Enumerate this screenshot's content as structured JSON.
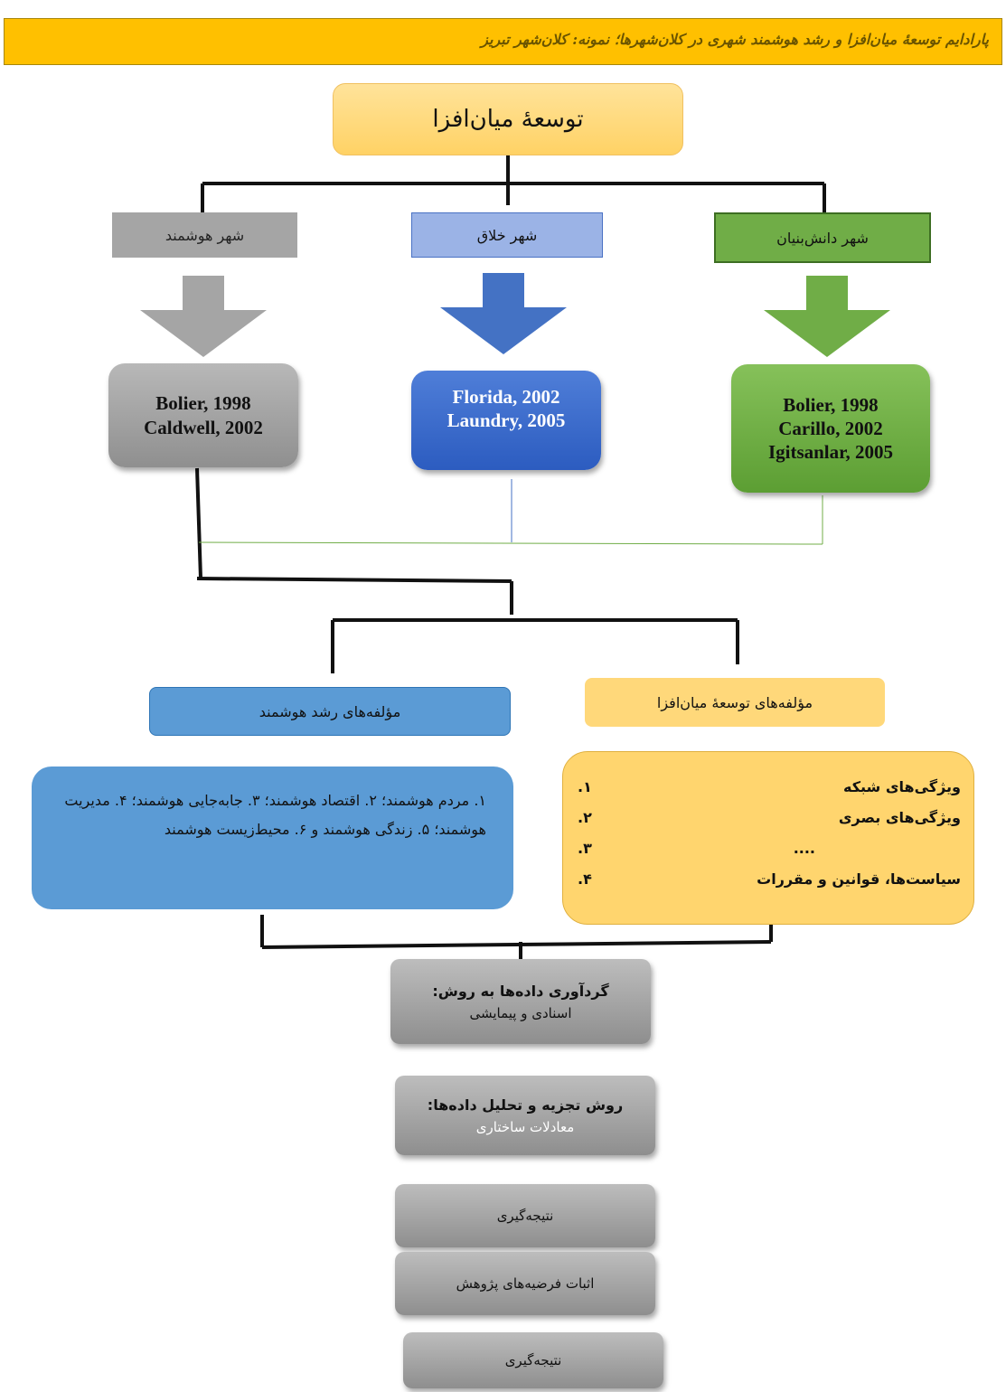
{
  "header": {
    "title": "پارادایم توسعهٔ میان‌افزا و رشد هوشمند شهری در کلان‌شهرها؛ نمونه: کلان‌شهر تبریز"
  },
  "root": {
    "label": "توسعهٔ میان‌افزا"
  },
  "cities": {
    "smart": "شهر هوشمند",
    "creative": "شهر خلاق",
    "knowledge": "شهر دانش‌بنیان"
  },
  "refs": {
    "smart": [
      "Bolier, 1998",
      "Caldwell, 2002"
    ],
    "creative": [
      "Florida, 2002",
      "Laundry, 2005"
    ],
    "knowledge": [
      "Bolier, 1998",
      "Carillo, 2002",
      "Igitsanlar, 2005"
    ]
  },
  "components": {
    "smart_growth": "مؤلفه‌های رشد هوشمند",
    "infill": "مؤلفه‌های توسعهٔ میان‌افزا"
  },
  "smart_growth_list": "۱. مردم هوشمند؛ ۲. اقتصاد هوشمند؛ ۳. جابه‌جایی هوشمند؛ ۴. مدیریت هوشمند؛ ۵. زندگی هوشمند و ۶. محیط‌زیست هوشمند",
  "infill_list": [
    {
      "n": "۱.",
      "t": "ویژگی‌های شبکه"
    },
    {
      "n": "۲.",
      "t": "ویژگی‌های بصری"
    },
    {
      "n": "۳.",
      "t": "...."
    },
    {
      "n": "۴.",
      "t": "سیاست‌ها، قوانین و مقررات"
    }
  ],
  "steps": {
    "collection_title": "گردآوری داده‌ها به روش:",
    "collection_sub": "اسنادی و پیمایشی",
    "analysis_title": "روش تجزیه و تحلیل داده‌ها:",
    "analysis_sub": "معادلات ساختاری",
    "conclusion1": "نتیجه‌گیری",
    "hypotheses": "اثبات فرضیه‌های پژوهش",
    "conclusion2": "نتیجه‌گیری"
  },
  "colors": {
    "header": "#ffc000",
    "grey": "#a5a5a5",
    "blue": "#4472c4",
    "green": "#70ad47",
    "gold": "#ffd56e"
  }
}
